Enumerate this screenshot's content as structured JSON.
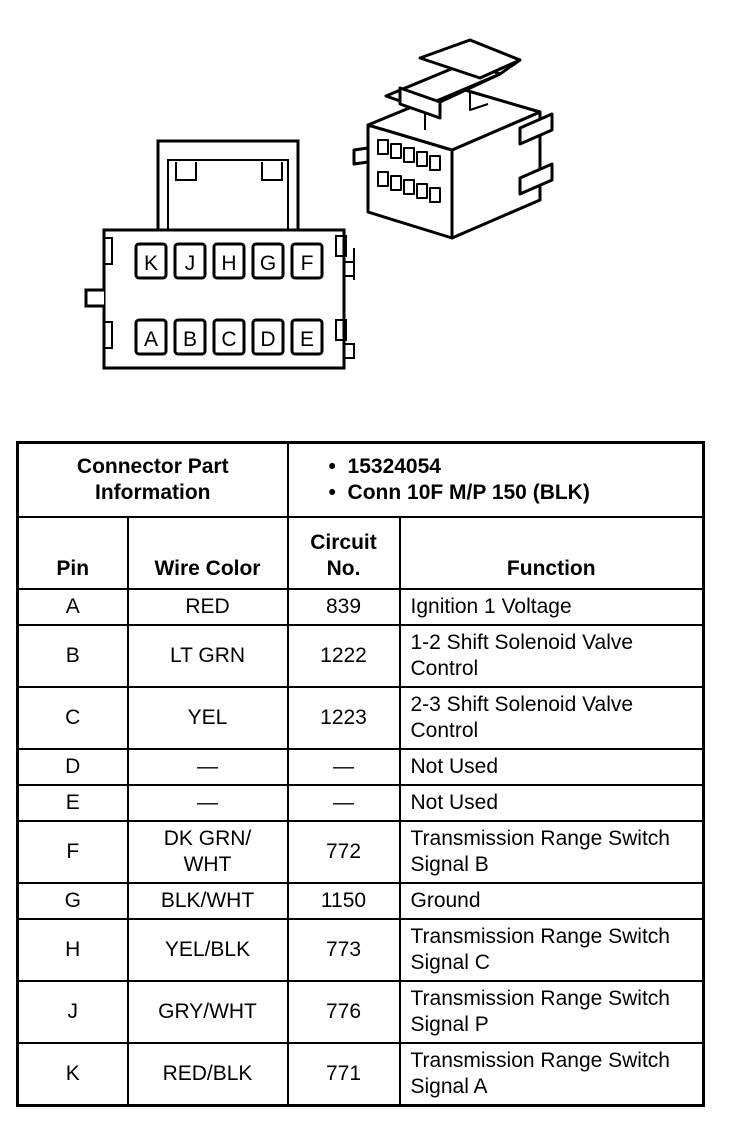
{
  "connector": {
    "top_row_pins": [
      "K",
      "J",
      "H",
      "G",
      "F"
    ],
    "bottom_row_pins": [
      "A",
      "B",
      "C",
      "D",
      "E"
    ]
  },
  "header": {
    "part_info_label": "Connector Part Information",
    "part_number": "15324054",
    "connector_desc": "Conn 10F M/P 150 (BLK)",
    "bullet": "•"
  },
  "columns": {
    "pin": "Pin",
    "wire_color": "Wire Color",
    "circuit_no": "Circuit No.",
    "function": "Function"
  },
  "rows": [
    {
      "pin": "A",
      "wire_color": "RED",
      "circuit": "839",
      "function": "Ignition 1 Voltage"
    },
    {
      "pin": "B",
      "wire_color": "LT GRN",
      "circuit": "1222",
      "function": "1-2 Shift Solenoid Valve Control"
    },
    {
      "pin": "C",
      "wire_color": "YEL",
      "circuit": "1223",
      "function": "2-3 Shift Solenoid Valve Control"
    },
    {
      "pin": "D",
      "wire_color": "—",
      "circuit": "—",
      "function": "Not Used"
    },
    {
      "pin": "E",
      "wire_color": "—",
      "circuit": "—",
      "function": "Not Used"
    },
    {
      "pin": "F",
      "wire_color": "DK GRN/ WHT",
      "circuit": "772",
      "function": "Transmission Range Switch Signal B"
    },
    {
      "pin": "G",
      "wire_color": "BLK/WHT",
      "circuit": "1150",
      "function": "Ground"
    },
    {
      "pin": "H",
      "wire_color": "YEL/BLK",
      "circuit": "773",
      "function": "Transmission Range Switch Signal C"
    },
    {
      "pin": "J",
      "wire_color": "GRY/WHT",
      "circuit": "776",
      "function": "Transmission Range Switch Signal P"
    },
    {
      "pin": "K",
      "wire_color": "RED/BLK",
      "circuit": "771",
      "function": "Transmission Range Switch Signal A"
    }
  ]
}
